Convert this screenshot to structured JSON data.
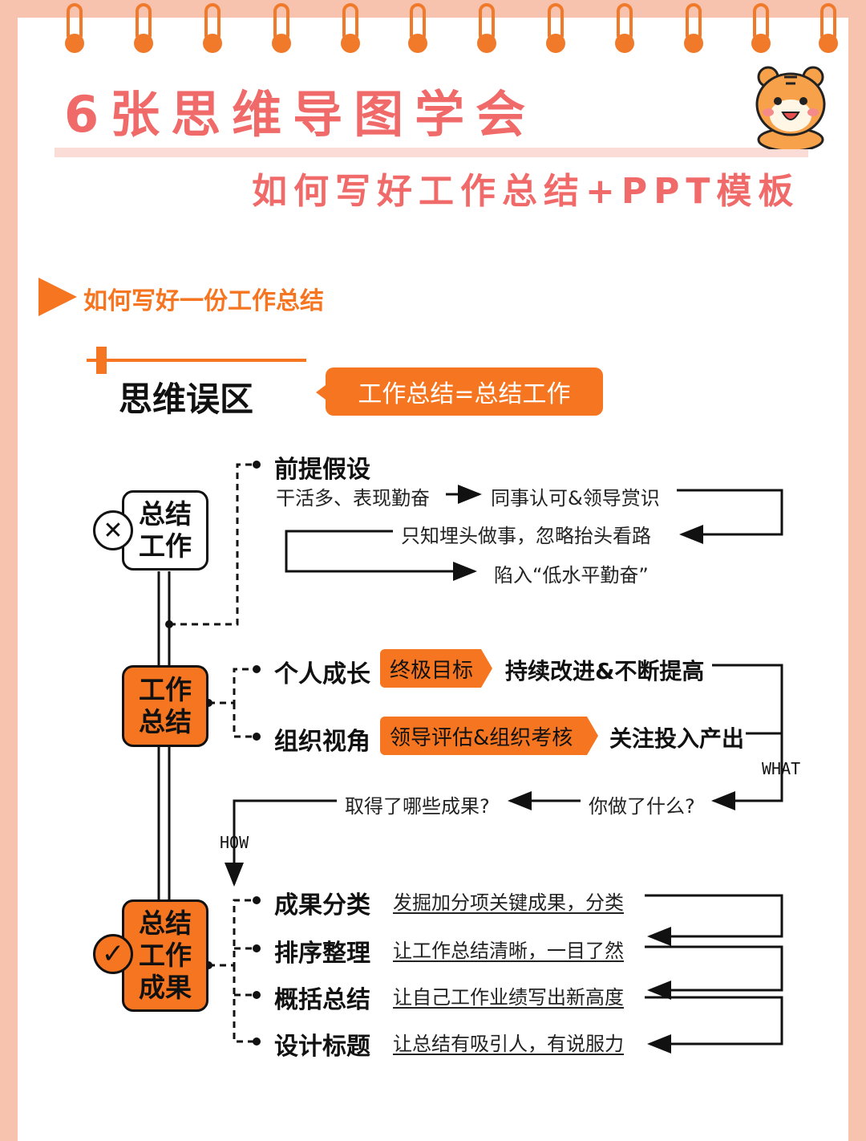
{
  "header": {
    "title": "6张思维导图学会",
    "subtitle": "如何写好工作总结+PPT模板"
  },
  "section": {
    "title": "如何写好一份工作总结"
  },
  "misconception": {
    "label": "思维误区",
    "bubble": "工作总结=总结工作"
  },
  "nodes": {
    "wrong": {
      "line1": "总结",
      "line2": "工作",
      "mark": "✕"
    },
    "middle": {
      "line1": "工作",
      "line2": "总结"
    },
    "right": {
      "line1": "总结",
      "line2": "工作",
      "line3": "成果",
      "mark": "✓"
    }
  },
  "premise": {
    "heading": "前提假设",
    "step1": "干活多、表现勤奋",
    "step2": "同事认可&领导赏识",
    "step3": "只知埋头做事，忽略抬头看路",
    "step4": "陷入“低水平勤奋”"
  },
  "perspectives": [
    {
      "heading": "个人成长",
      "tag": "终极目标",
      "result": "持续改进&不断提高"
    },
    {
      "heading": "组织视角",
      "tag": "领导评估&组织考核",
      "result": "关注投入产出"
    }
  ],
  "questions": {
    "what_label": "WHAT",
    "q1": "你做了什么?",
    "q2": "取得了哪些成果?",
    "how_label": "HOW"
  },
  "steps": [
    {
      "heading": "成果分类",
      "desc": "发掘加分项关键成果，分类"
    },
    {
      "heading": "排序整理",
      "desc": "让工作总结清晰，一目了然"
    },
    {
      "heading": "概括总结",
      "desc": "让自己工作业绩写出新高度"
    },
    {
      "heading": "设计标题",
      "desc": "让总结有吸引人，有说服力"
    }
  ],
  "colors": {
    "accent": "#f57520",
    "title": "#f06a6a",
    "background": "#f7c3ae"
  }
}
